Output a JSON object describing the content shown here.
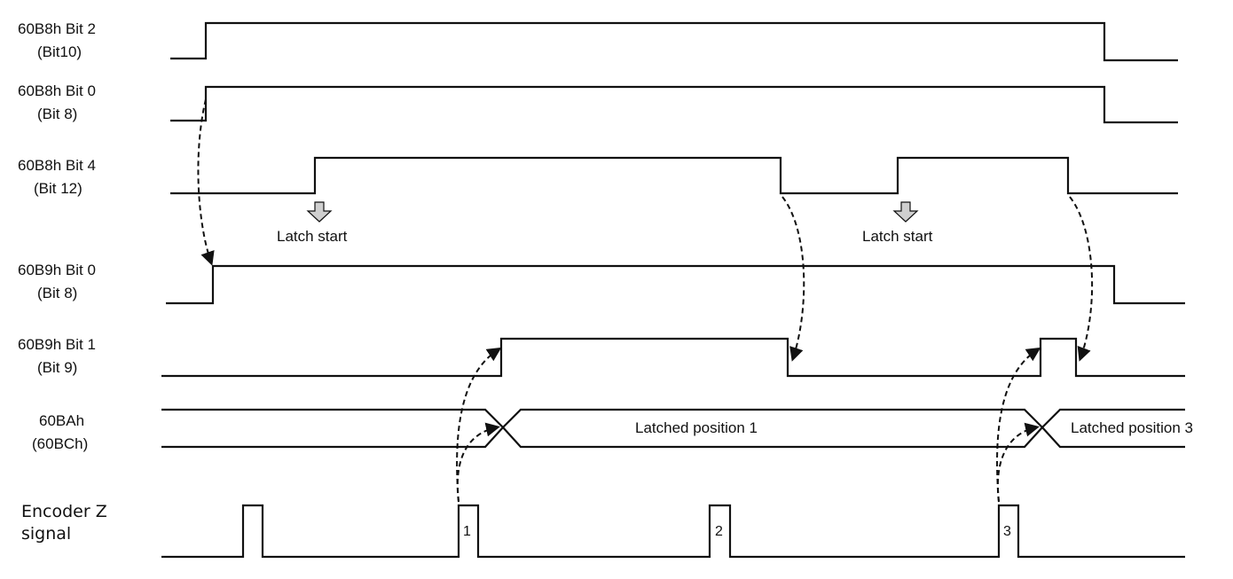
{
  "signals": [
    {
      "id": "bit2",
      "name": "60B8h Bit 2",
      "sub": "(Bit10)"
    },
    {
      "id": "bit0",
      "name": "60B8h Bit 0",
      "sub": "(Bit 8)"
    },
    {
      "id": "bit4",
      "name": "60B8h Bit 4",
      "sub": "(Bit 12)"
    },
    {
      "id": "s9bit0",
      "name": "60B9h Bit 0",
      "sub": "(Bit 8)"
    },
    {
      "id": "s9bit1",
      "name": "60B9h Bit 1",
      "sub": "(Bit 9)"
    },
    {
      "id": "bus",
      "name": "60BAh",
      "sub": "(60BCh)"
    },
    {
      "id": "encz",
      "name": "Encoder Z",
      "sub": "signal"
    }
  ],
  "annotations": {
    "latch_start_1": "Latch start",
    "latch_start_2": "Latch start",
    "latched_pos_1": "Latched position 1",
    "latched_pos_3": "Latched position 3"
  },
  "pulse_labels": [
    "1",
    "2",
    "3"
  ],
  "colors": {
    "line": "#111111",
    "arrow_fill": "#cfcfcf",
    "background": "#ffffff"
  }
}
